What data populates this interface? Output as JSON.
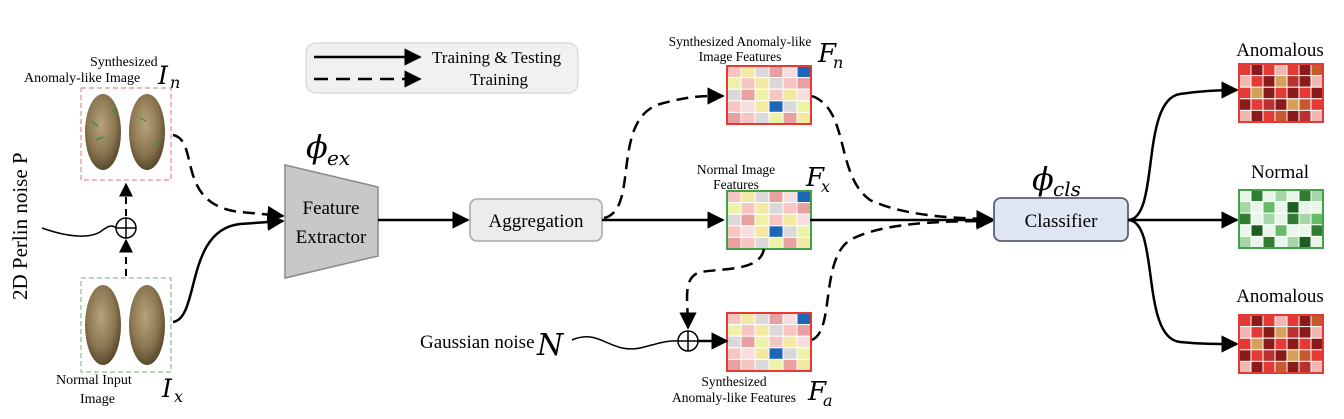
{
  "legend": {
    "solid_label": "Training & Testing",
    "dashed_label": "Training"
  },
  "inputs": {
    "perlin_label": "2D Perlin noise P",
    "synth_image_label_1": "Synthesized",
    "synth_image_label_2": "Anomaly-like Image",
    "synth_image_symbol": "I",
    "synth_image_sub": "n",
    "normal_image_label_1": "Normal Input",
    "normal_image_label_2": "Image",
    "normal_image_symbol": "I",
    "normal_image_sub": "x",
    "gaussian_label": "Gaussian noise",
    "gaussian_symbol": "N"
  },
  "extractor": {
    "symbol": "ϕ",
    "sub": "ex",
    "label_1": "Feature",
    "label_2": "Extractor"
  },
  "aggregation": {
    "label": "Aggregation"
  },
  "features": {
    "anomaly_top_label_1": "Synthesized Anomaly-like",
    "anomaly_top_label_2": "Image Features",
    "anomaly_top_symbol": "F",
    "anomaly_top_sub": "n",
    "normal_label_1": "Normal Image",
    "normal_label_2": "Features",
    "normal_symbol": "F",
    "normal_sub": "x",
    "anomaly_bottom_label_1": "Synthesized",
    "anomaly_bottom_label_2": "Anomaly-like Features",
    "anomaly_bottom_symbol": "F",
    "anomaly_bottom_sub": "a"
  },
  "classifier": {
    "symbol": "ϕ",
    "sub": "cls",
    "label": "Classifier"
  },
  "outputs": {
    "top_label": "Anomalous",
    "middle_label": "Normal",
    "bottom_label": "Anomalous"
  },
  "colors": {
    "anomaly_grid_border": "#e53935",
    "normal_grid_border": "#43a047",
    "box_fill": "#ececec",
    "classifier_fill": "#dfe6f3",
    "extractor_fill": "#c8c8c8"
  }
}
